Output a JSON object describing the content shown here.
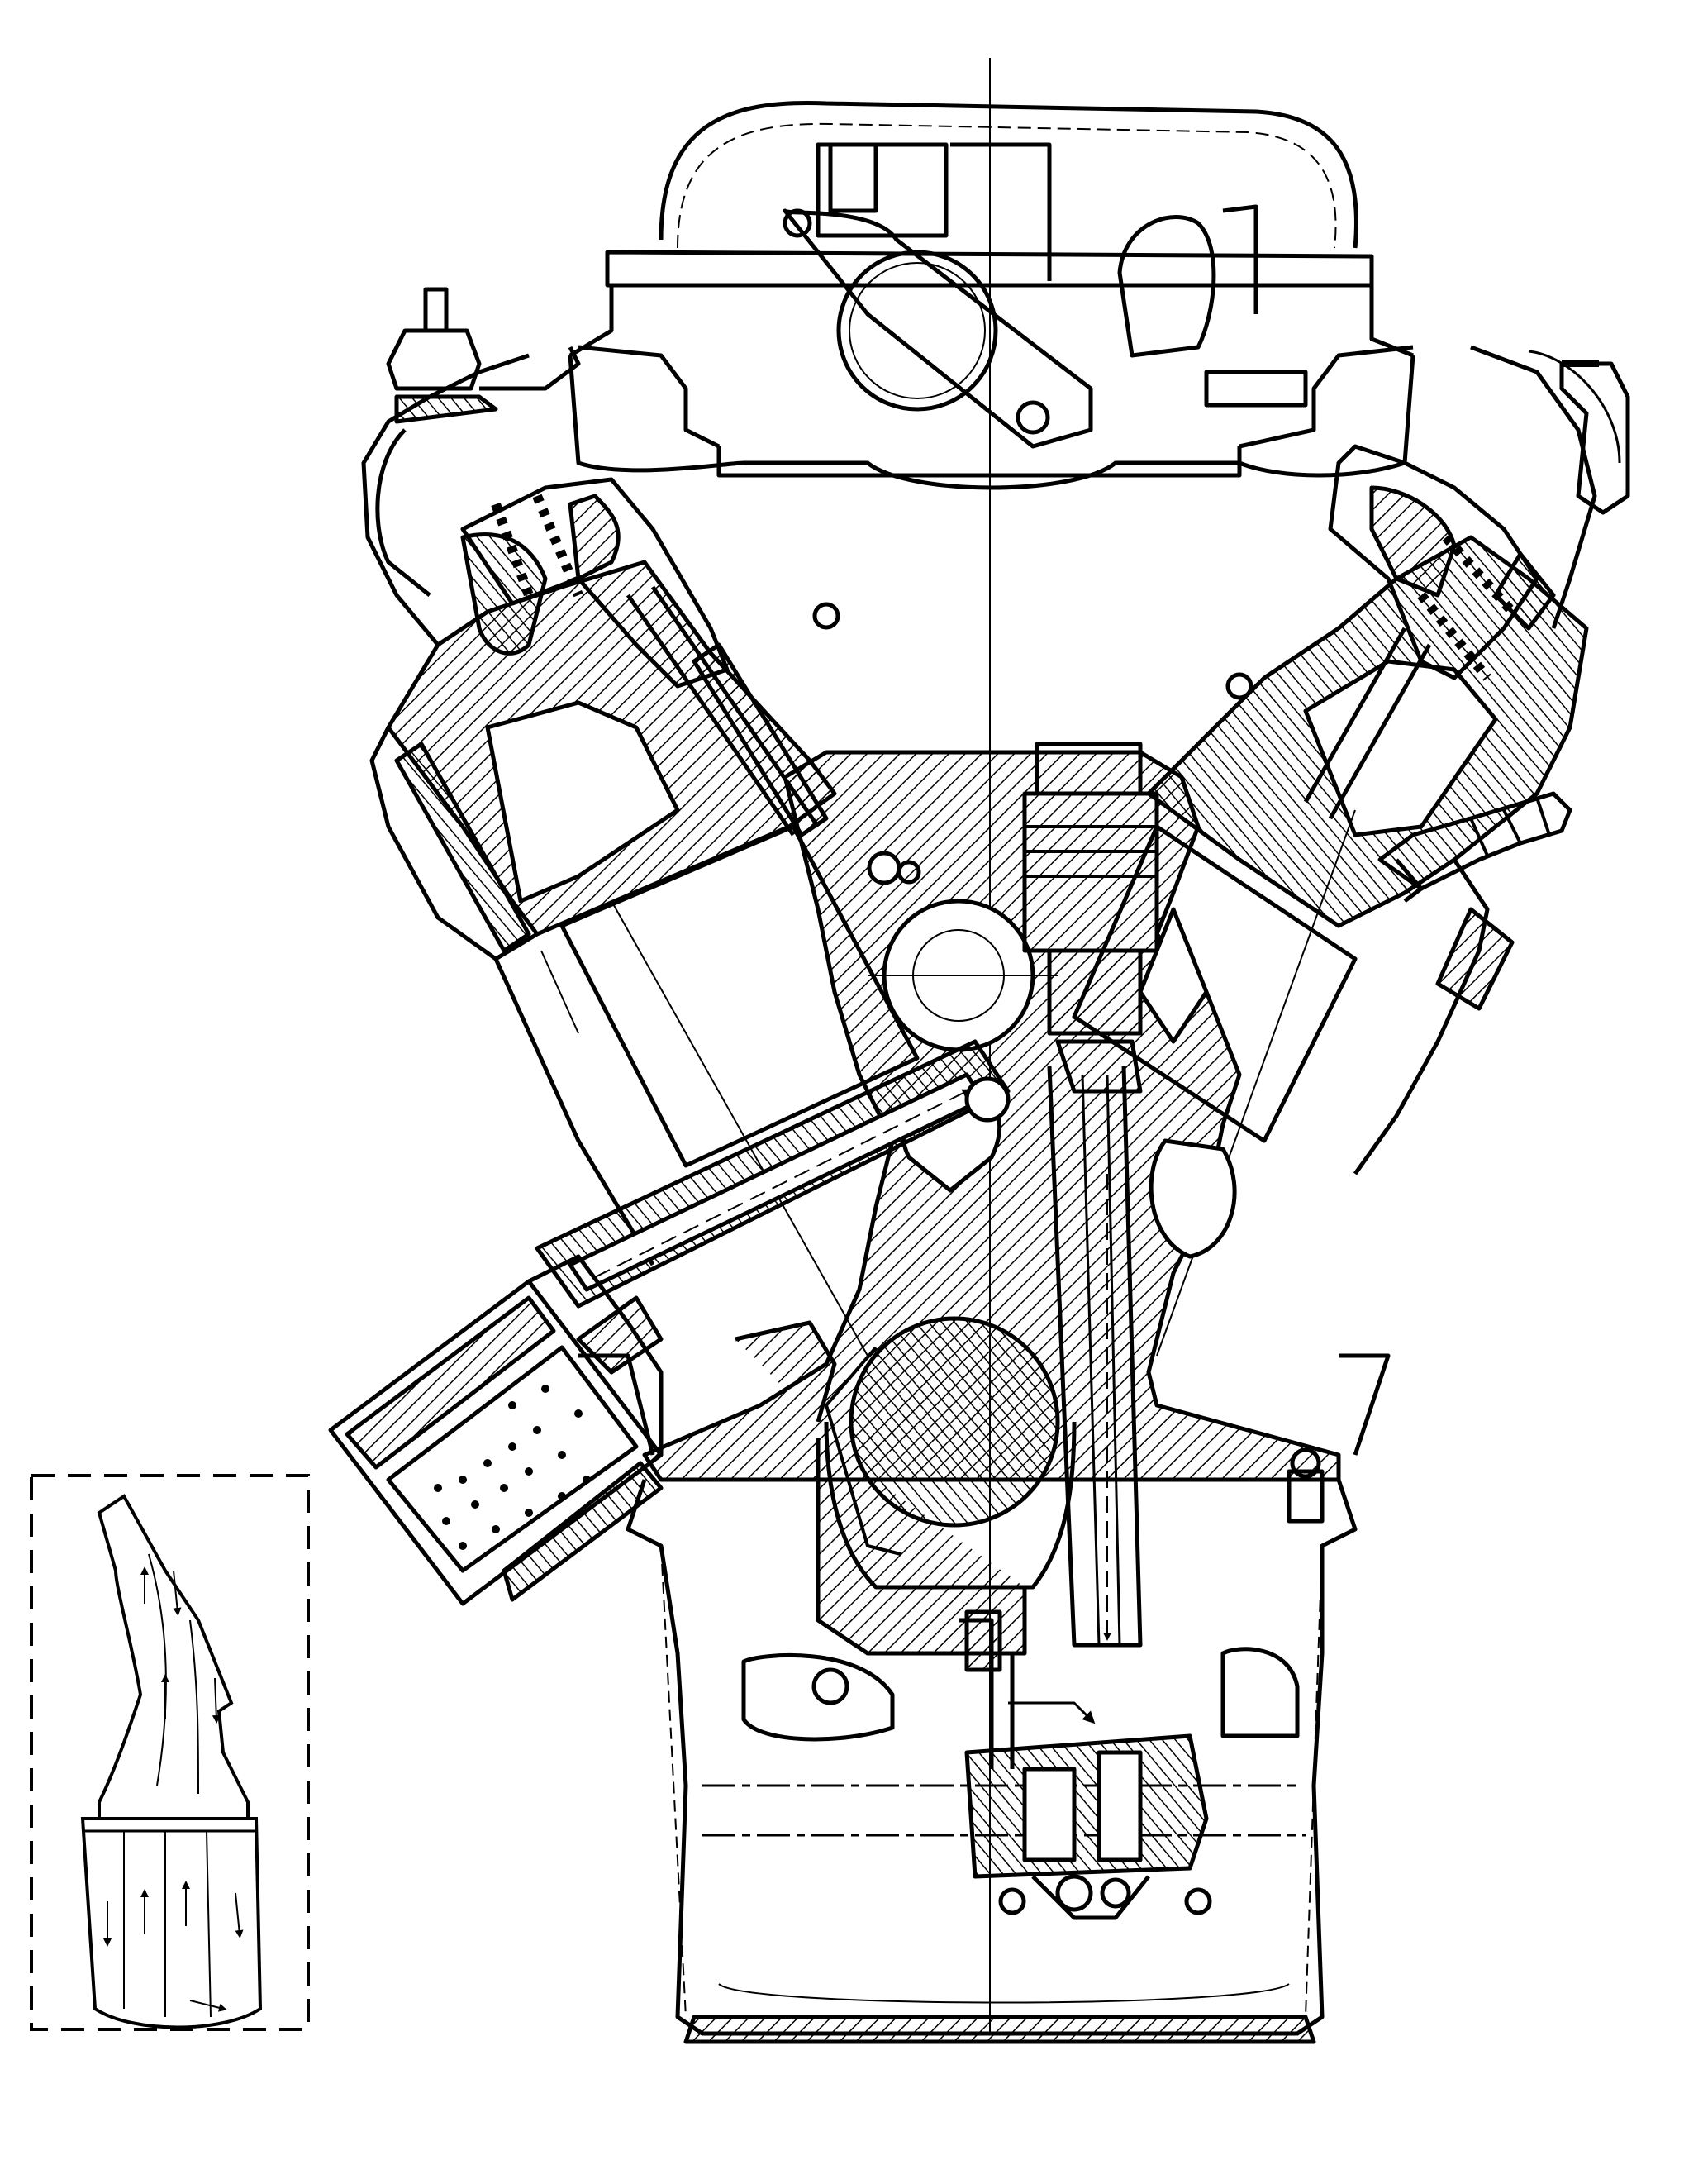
{
  "diagram": {
    "colors": {
      "ink": "#000000",
      "paper": "#ffffff"
    },
    "elements": [
      {
        "id": "engine-block-cross-section"
      },
      {
        "id": "cylinder-head-top"
      },
      {
        "id": "intake-manifold"
      },
      {
        "id": "left-cylinder-bank"
      },
      {
        "id": "right-cylinder-bank"
      },
      {
        "id": "left-valve-spring-assembly"
      },
      {
        "id": "right-valve-spring-assembly"
      },
      {
        "id": "center-piston-connecting-rod"
      },
      {
        "id": "crankshaft-main-bearing"
      },
      {
        "id": "oil-filter-cartridge"
      },
      {
        "id": "oil-gallery-passage"
      },
      {
        "id": "spark-plug"
      },
      {
        "id": "oil-pump-assembly"
      },
      {
        "id": "oil-sump-pan"
      },
      {
        "id": "oil-flow-detail-inset"
      }
    ]
  }
}
